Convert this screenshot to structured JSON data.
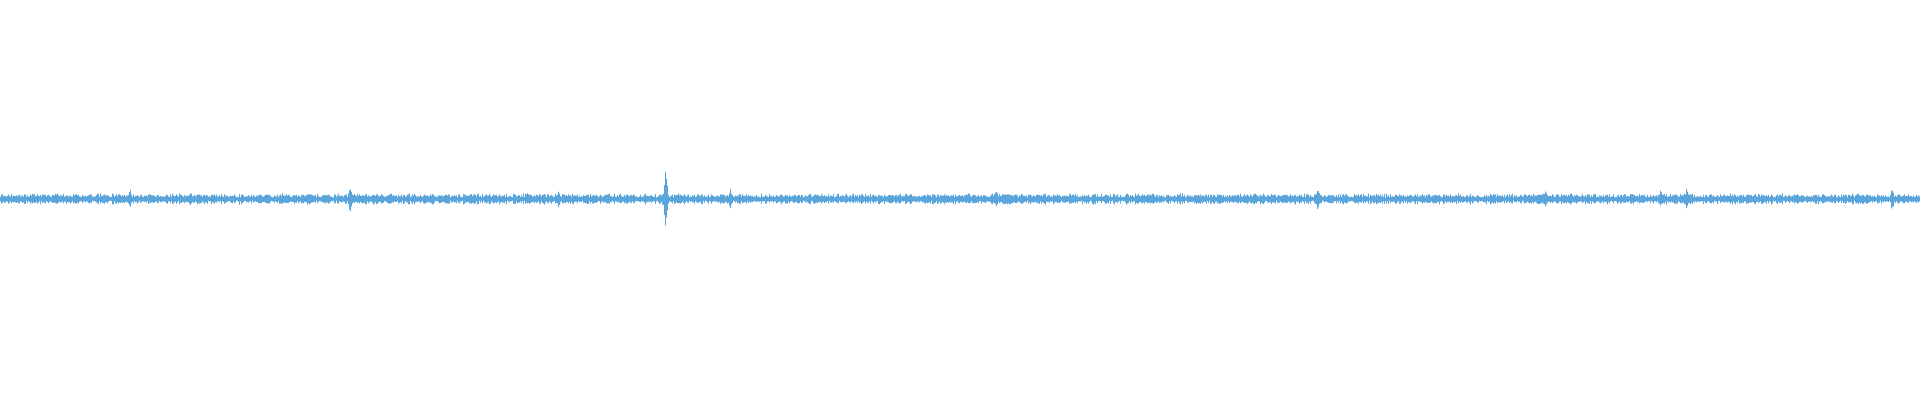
{
  "waveform": {
    "color": "#5aa5dc",
    "background": "#ffffff",
    "baseline_level": 0.02,
    "peak_level": 0.18,
    "peaks": [
      {
        "position": 0.0675,
        "level": 0.05
      },
      {
        "position": 0.099,
        "level": 0.04
      },
      {
        "position": 0.1822,
        "level": 0.07
      },
      {
        "position": 0.2907,
        "level": 0.05
      },
      {
        "position": 0.3466,
        "level": 0.18
      },
      {
        "position": 0.3801,
        "level": 0.05
      },
      {
        "position": 0.5187,
        "level": 0.05
      },
      {
        "position": 0.5867,
        "level": 0.04
      },
      {
        "position": 0.6862,
        "level": 0.06
      },
      {
        "position": 0.8045,
        "level": 0.05
      },
      {
        "position": 0.8646,
        "level": 0.05
      },
      {
        "position": 0.8783,
        "level": 0.06
      },
      {
        "position": 0.9853,
        "level": 0.06
      }
    ]
  }
}
